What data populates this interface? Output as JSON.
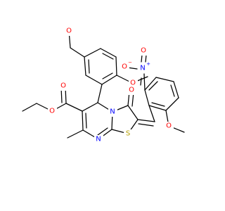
{
  "colors": {
    "bond": "#000000",
    "carbon": "#000000",
    "oxygen": "#ff0000",
    "nitrogen": "#0000ff",
    "sulfur": "#b8a000"
  },
  "labels": {
    "O_meo_top": "O",
    "O_meo_right": "O",
    "O_ester_carbonyl": "O",
    "O_ester": "O",
    "O_lactam": "O",
    "N_nitro": "N",
    "N_nitro_plus": "+",
    "O_nitro_minus_left": "O",
    "O_nitro_minus_sign": "−",
    "O_nitro_double": "O",
    "N_ring": "N",
    "N_imine": "N",
    "S_ring": "S",
    "O_meo_benzylidene": "O"
  }
}
